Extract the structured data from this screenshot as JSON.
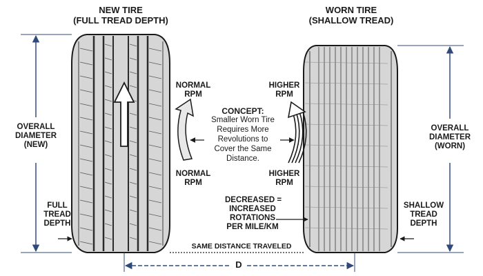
{
  "new_tire": {
    "title_line1": "NEW TIRE",
    "title_line2": "(FULL TREAD DEPTH)",
    "diameter_line1": "OVERALL",
    "diameter_line2": "DIAMETER",
    "diameter_line3": "(NEW)",
    "tread_line1": "FULL",
    "tread_line2": "TREAD",
    "tread_line3": "DEPTH"
  },
  "worn_tire": {
    "title_line1": "WORN TIRE",
    "title_line2": "(SHALLOW TREAD)",
    "diameter_line1": "OVERALL",
    "diameter_line2": "DIAMETER",
    "diameter_line3": "(WORN)",
    "tread_line1": "SHALLOW",
    "tread_line2": "TREAD",
    "tread_line3": "DEPTH"
  },
  "rpm": {
    "normal_top_line1": "NORMAL",
    "normal_top_line2": "RPM",
    "normal_bottom_line1": "NORMAL",
    "normal_bottom_line2": "RPM",
    "higher_top_line1": "HIGHER",
    "higher_top_line2": "RPM",
    "higher_bottom_line1": "HIGHER",
    "higher_bottom_line2": "RPM"
  },
  "concept": {
    "heading": "CONCEPT:",
    "line1": "Smaller Worn Tire",
    "line2": "Requires More",
    "line3": "Revolutions to",
    "line4": "Cover the Same",
    "line5": "Distance."
  },
  "decreased": {
    "line1": "DECREASED =",
    "line2": "INCREASED",
    "line3": "ROTATIONS",
    "line4": "PER MILE/KM"
  },
  "distance": {
    "same_distance": "SAME DISTANCE TRAVELED",
    "d_label": "D"
  },
  "colors": {
    "tire_fill": "#d6d6d6",
    "outline": "#1a1a1a",
    "dimension_blue": "#2f4a78"
  }
}
